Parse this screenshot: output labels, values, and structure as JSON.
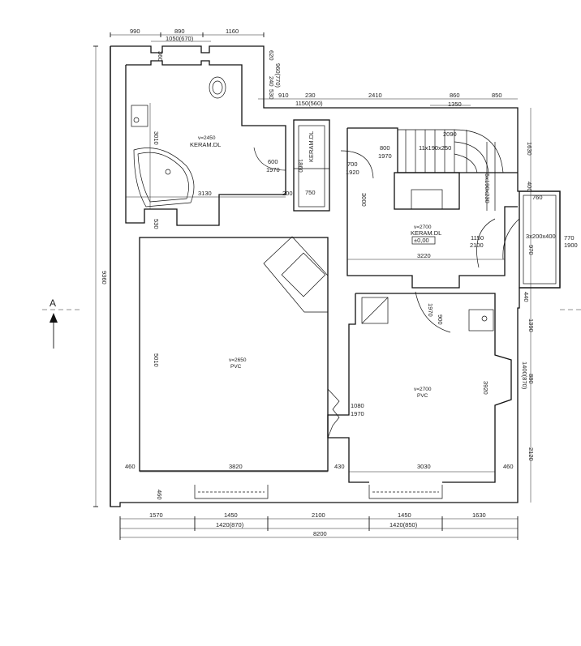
{
  "section_marker": {
    "label": "A"
  },
  "rooms": [
    {
      "id": "bath",
      "height": "v=2450",
      "floor": "KERAM.DL"
    },
    {
      "id": "wc",
      "floor": "KERAM.DL"
    },
    {
      "id": "hall",
      "height": "v=2700",
      "floor": "KERAM.DL",
      "level": "±0,00"
    },
    {
      "id": "room-left",
      "height": "v=2650",
      "floor": "PVC"
    },
    {
      "id": "room-right",
      "height": "v=2700",
      "floor": "PVC"
    }
  ],
  "doors": {
    "bath_door": [
      "600",
      "1970"
    ],
    "wc_door": [
      "700",
      "1920"
    ],
    "hall_door": [
      "800",
      "1970"
    ],
    "entrance_door": [
      "1150",
      "2100"
    ],
    "vestibule_door": [
      "770",
      "1900"
    ],
    "room_door": [
      "900",
      "1970"
    ],
    "sliding_door": [
      "1080",
      "1970"
    ]
  },
  "stairs": {
    "label": "11x190x250",
    "label2": "5x190x230"
  },
  "window_note": "3x200x400",
  "dims": {
    "top": [
      "990",
      "890",
      "1160",
      "1050(670)",
      "360",
      "620",
      "960(770)",
      "530",
      "240",
      "910",
      "230",
      "1150(560)",
      "2410",
      "860",
      "850",
      "1350",
      "2090",
      "1630",
      "400",
      "760"
    ],
    "interior": [
      "3010",
      "3130",
      "200",
      "530",
      "1860",
      "750",
      "3000",
      "3220",
      "5010",
      "3820",
      "460",
      "430",
      "3030",
      "460",
      "3920",
      "1970",
      "970",
      "440",
      "1390",
      "1400(870)",
      "880",
      "2120"
    ],
    "bottom_row1": [
      "1570",
      "1450",
      "2100",
      "1450",
      "1630"
    ],
    "bottom_row2": [
      "1420(870)",
      "1420(850)"
    ],
    "bottom_total": "8200",
    "left_total": "9360",
    "left_bottom": "460"
  }
}
